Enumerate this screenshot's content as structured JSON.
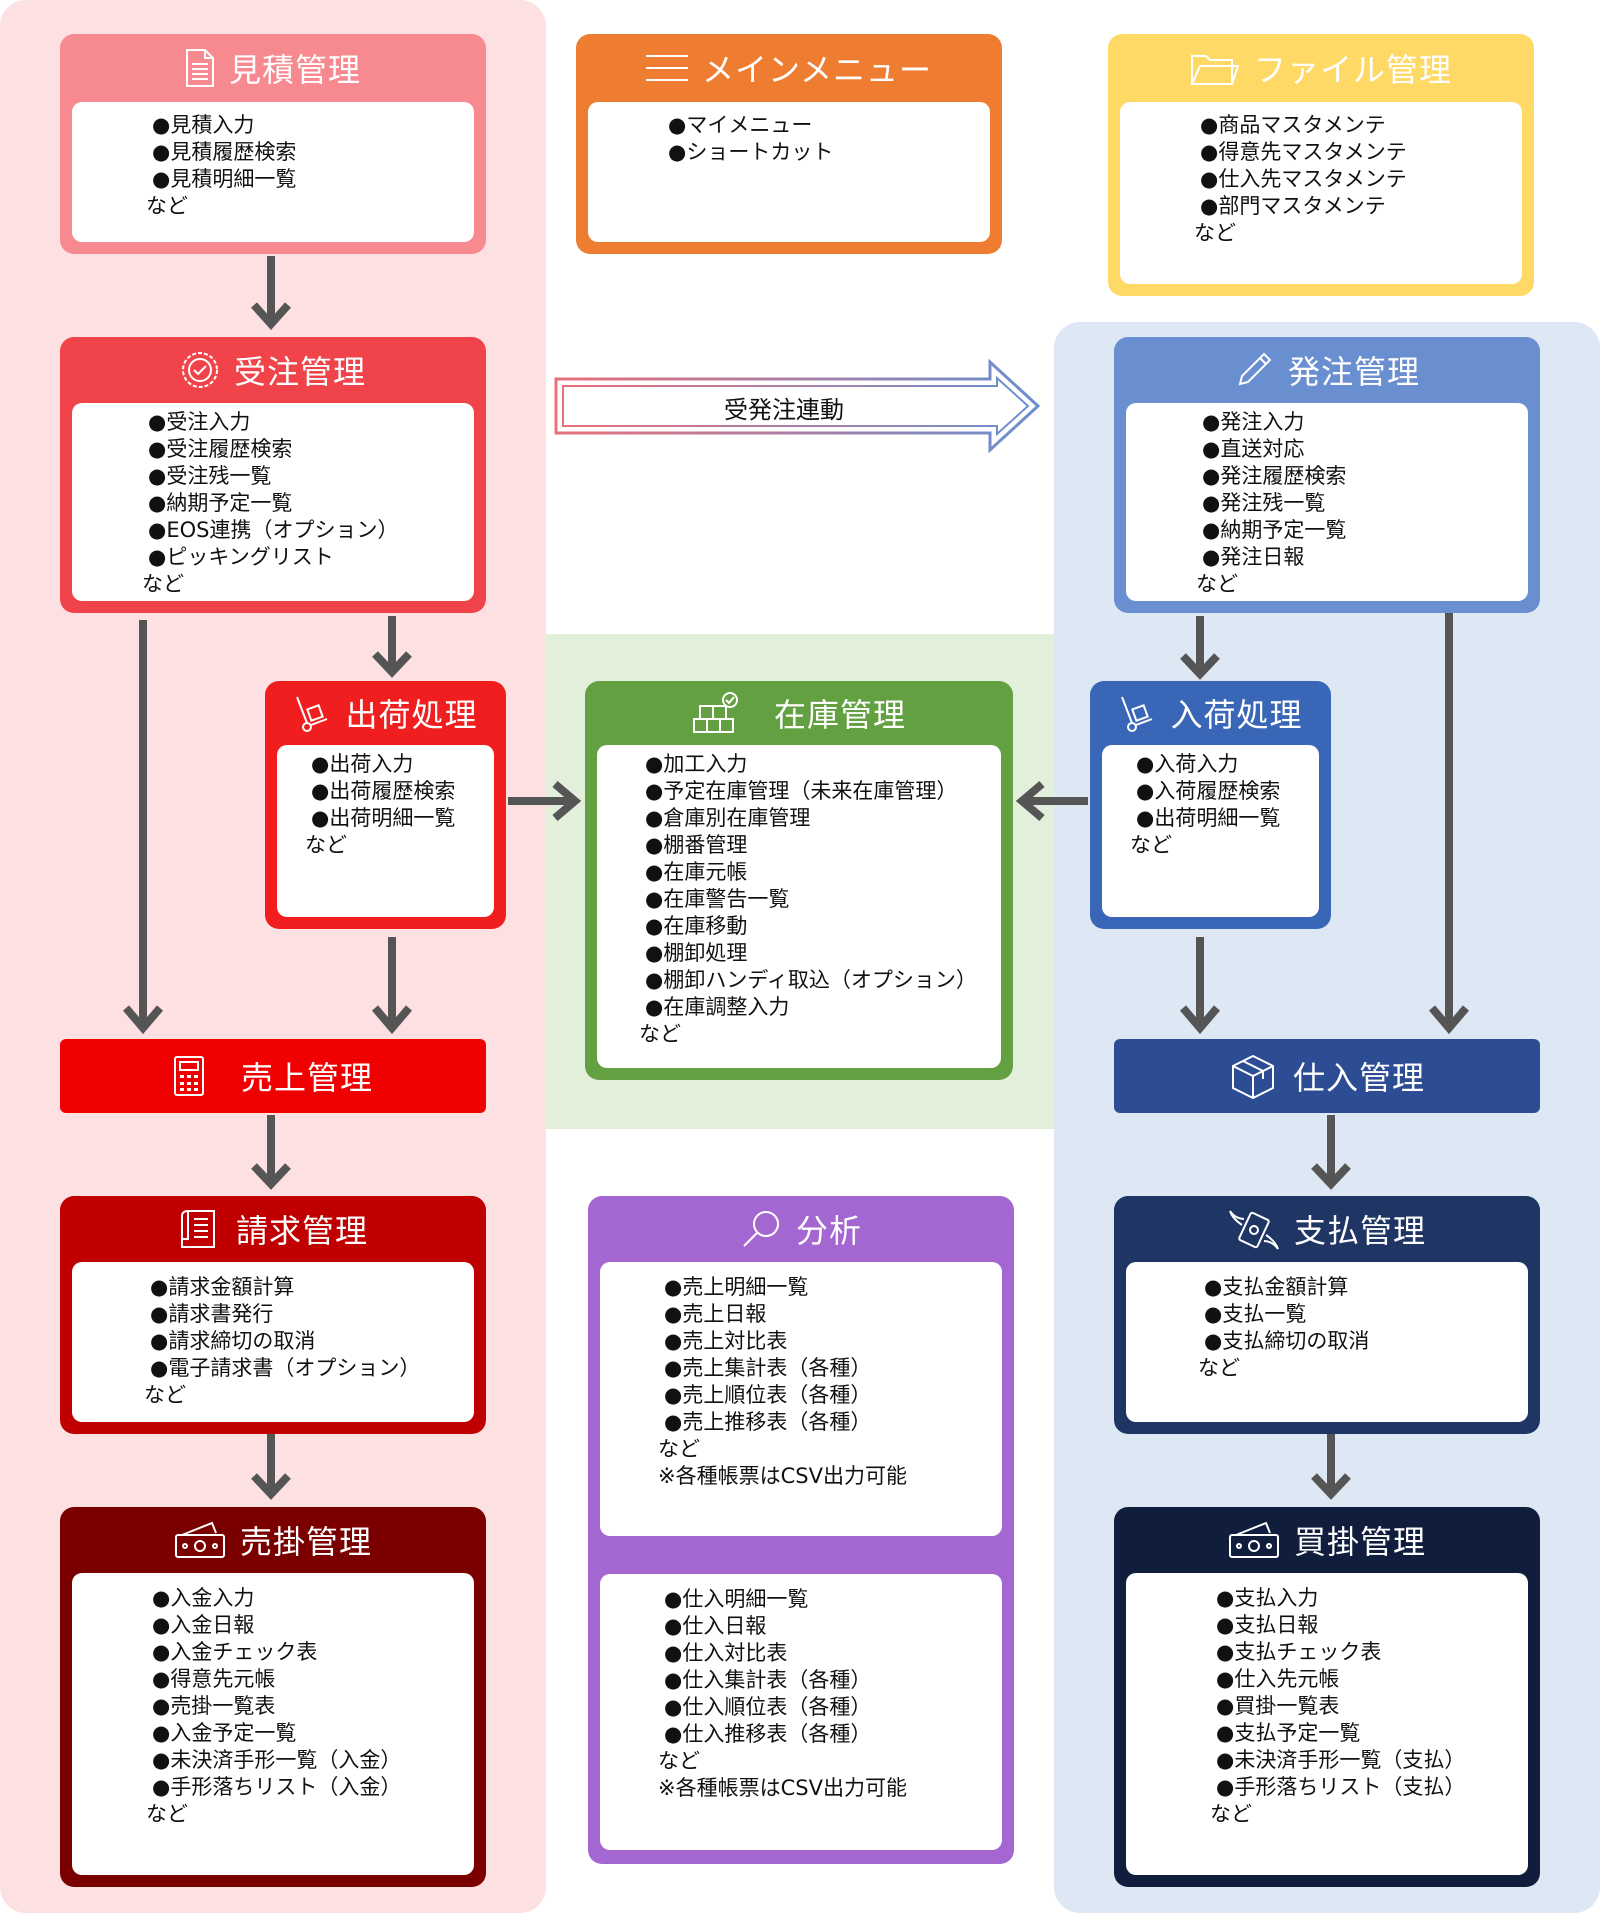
{
  "colors": {
    "zone_sales": "#fde0e1",
    "zone_inventory": "#e2efdb",
    "zone_purchase": "#dde8f4",
    "estimate": "#f78a90",
    "menu": "#ee7d31",
    "file": "#ffd966",
    "order": "#f0444a",
    "purchase_order": "#6a8fd0",
    "shipping": "#f01e1e",
    "inventory": "#63a042",
    "receiving": "#3a66b8",
    "sales": "#f00000",
    "purchase": "#2c4c94",
    "billing": "#c00000",
    "analysis": "#a466d0",
    "payment": "#1f3564",
    "receivable": "#7a0000",
    "payable": "#101d3d",
    "arrow": "#555555"
  },
  "estimate": {
    "title": "見積管理",
    "icon": "document-icon",
    "items": [
      "●見積入力",
      "●見積履歴検索",
      "●見積明細一覧"
    ],
    "note": "など"
  },
  "main_menu": {
    "title": "メインメニュー",
    "icon": "menu-icon",
    "items": [
      "●マイメニュー",
      "●ショートカット"
    ]
  },
  "file": {
    "title": "ファイル管理",
    "icon": "folder-icon",
    "items": [
      "●商品マスタメンテ",
      "●得意先マスタメンテ",
      "●仕入先マスタメンテ",
      "●部門マスタメンテ"
    ],
    "note": "など"
  },
  "order": {
    "title": "受注管理",
    "icon": "badge-check-icon",
    "items": [
      "●受注入力",
      "●受注履歴検索",
      "●受注残一覧",
      "●納期予定一覧",
      "●EOS連携（オプション）",
      "●ピッキングリスト"
    ],
    "note": "など"
  },
  "link_label": "受発注連動",
  "purchase_order": {
    "title": "発注管理",
    "icon": "pen-icon",
    "items": [
      "●発注入力",
      "●直送対応",
      "●発注履歴検索",
      "●発注残一覧",
      "●納期予定一覧",
      "●発注日報"
    ],
    "note": "など"
  },
  "shipping": {
    "title": "出荷処理",
    "icon": "hand-truck-icon",
    "items": [
      "●出荷入力",
      "●出荷履歴検索",
      "●出荷明細一覧"
    ],
    "note": "など"
  },
  "inventory": {
    "title": "在庫管理",
    "icon": "boxes-check-icon",
    "items": [
      "●加工入力",
      "●予定在庫管理（未来在庫管理）",
      "●倉庫別在庫管理",
      "●棚番管理",
      "●在庫元帳",
      "●在庫警告一覧",
      "●在庫移動",
      "●棚卸処理",
      "●棚卸ハンディ取込（オプション）",
      "●在庫調整入力"
    ],
    "note": "など"
  },
  "receiving": {
    "title": "入荷処理",
    "icon": "hand-truck-icon",
    "items": [
      "●入荷入力",
      "●入荷履歴検索",
      "●出荷明細一覧"
    ],
    "note": "など"
  },
  "sales": {
    "title": "売上管理",
    "icon": "calculator-icon"
  },
  "purchase": {
    "title": "仕入管理",
    "icon": "box-icon"
  },
  "billing": {
    "title": "請求管理",
    "icon": "receipt-icon",
    "items": [
      "●請求金額計算",
      "●請求書発行",
      "●請求締切の取消",
      "●電子請求書（オプション）"
    ],
    "note": "など"
  },
  "analysis": {
    "title": "分析",
    "icon": "magnifier-icon",
    "sales_items": [
      "●売上明細一覧",
      "●売上日報",
      "●売上対比表",
      "●売上集計表（各種）",
      "●売上順位表（各種）",
      "●売上推移表（各種）"
    ],
    "sales_note": "など",
    "sales_csv": "※各種帳票はCSV出力可能",
    "purchase_items": [
      "●仕入明細一覧",
      "●仕入日報",
      "●仕入対比表",
      "●仕入集計表（各種）",
      "●仕入順位表（各種）",
      "●仕入推移表（各種）"
    ],
    "purchase_note": "など",
    "purchase_csv": "※各種帳票はCSV出力可能"
  },
  "payment": {
    "title": "支払管理",
    "icon": "money-wings-icon",
    "items": [
      "●支払金額計算",
      "●支払一覧",
      "●支払締切の取消"
    ],
    "note": "など"
  },
  "receivable": {
    "title": "売掛管理",
    "icon": "cash-icon",
    "items": [
      "●入金入力",
      "●入金日報",
      "●入金チェック表",
      "●得意先元帳",
      "●売掛一覧表",
      "●入金予定一覧",
      "●未決済手形一覧（入金）",
      "●手形落ちリスト（入金）"
    ],
    "note": "など"
  },
  "payable": {
    "title": "買掛管理",
    "icon": "cash-icon",
    "items": [
      "●支払入力",
      "●支払日報",
      "●支払チェック表",
      "●仕入先元帳",
      "●買掛一覧表",
      "●支払予定一覧",
      "●未決済手形一覧（支払）",
      "●手形落ちリスト（支払）"
    ],
    "note": "など"
  }
}
